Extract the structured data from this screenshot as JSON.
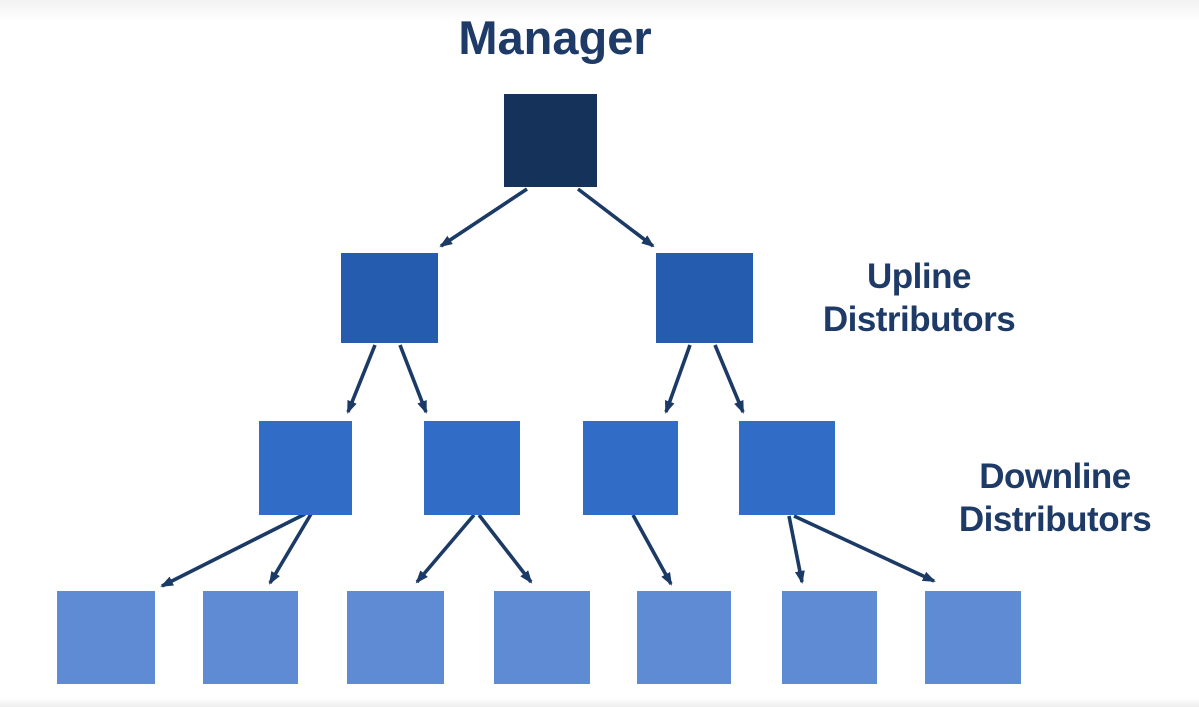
{
  "title": "Manager",
  "labels": {
    "upline_line1": "Upline",
    "upline_line2": "Distributors",
    "downline_line1": "Downline",
    "downline_line2": "Distributors"
  },
  "colors": {
    "background": "#FFFFFF",
    "title_text": "#1E3A66",
    "label_text": "#1E3A66",
    "manager_box": "#15325B",
    "upline_box": "#265CB0",
    "downline_box": "#316CC6",
    "bottom_box": "#5E8BD4",
    "arrow": "#1B3A66"
  },
  "diagram": {
    "type": "hierarchy-tree",
    "levels": [
      {
        "name": "manager",
        "label": "Manager",
        "count": 1
      },
      {
        "name": "upline-distributors",
        "label": "Upline Distributors",
        "count": 2
      },
      {
        "name": "downline-distributors",
        "label": "Downline Distributors",
        "count": 4
      },
      {
        "name": "bottom-distributors",
        "label": "",
        "count": 7
      }
    ],
    "edges": [
      {
        "from": "manager",
        "to": "upline-1"
      },
      {
        "from": "manager",
        "to": "upline-2"
      },
      {
        "from": "upline-1",
        "to": "downline-1"
      },
      {
        "from": "upline-1",
        "to": "downline-2"
      },
      {
        "from": "upline-2",
        "to": "downline-3"
      },
      {
        "from": "upline-2",
        "to": "downline-4"
      },
      {
        "from": "downline-1",
        "to": "bottom-1"
      },
      {
        "from": "downline-1",
        "to": "bottom-2"
      },
      {
        "from": "downline-2",
        "to": "bottom-3"
      },
      {
        "from": "downline-2",
        "to": "bottom-4"
      },
      {
        "from": "downline-3",
        "to": "bottom-5"
      },
      {
        "from": "downline-4",
        "to": "bottom-6"
      },
      {
        "from": "downline-4",
        "to": "bottom-7"
      }
    ]
  }
}
